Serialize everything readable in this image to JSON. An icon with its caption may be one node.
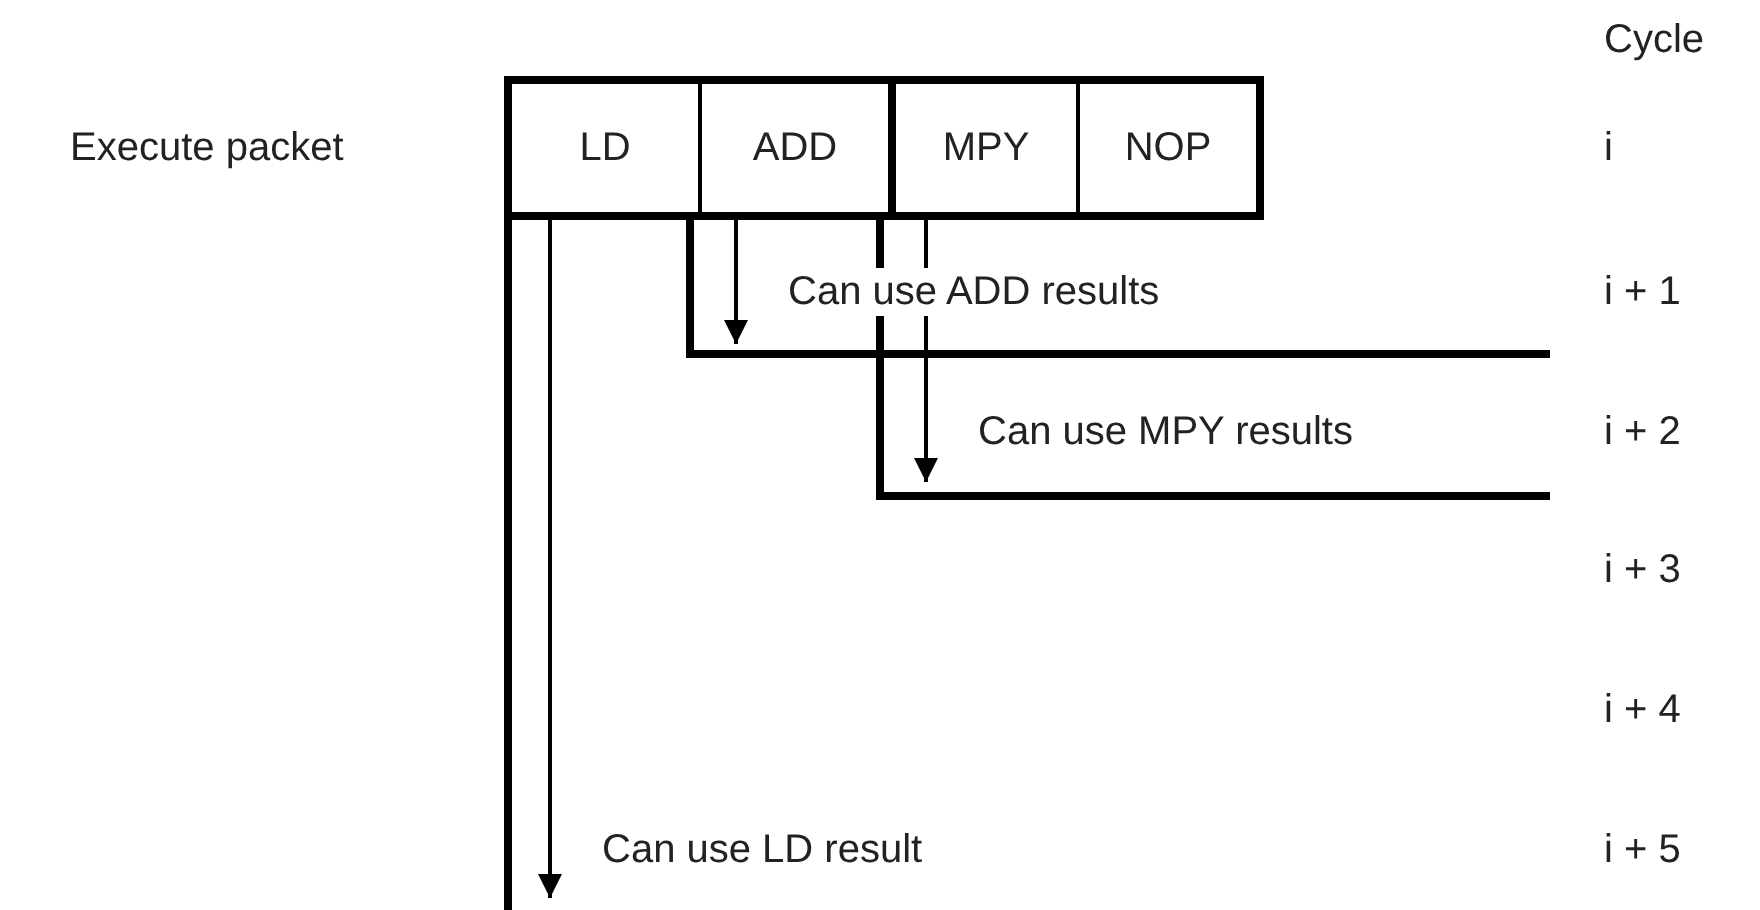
{
  "diagram": {
    "nodes": [
      {
        "text": [
          "Execute packet"
        ]
      },
      {
        "text": [
          "LD"
        ],
        "in": 0
      },
      {
        "text": [
          "ADD"
        ],
        "in": 0
      },
      {
        "text": [
          "MPY"
        ],
        "in": 0
      },
      {
        "text": [
          "NOP"
        ],
        "in": 0
      }
    ],
    "edges": [
      {
        "from": 2,
        "to": null,
        "arrow": "to",
        "label": "Can use ADD results"
      },
      {
        "from": 3,
        "to": null,
        "arrow": "to",
        "label": "Can use MPY results"
      },
      {
        "from": 1,
        "to": null,
        "arrow": "to",
        "label": "Can use LD result"
      }
    ],
    "labels": [
      "Cycle",
      "i",
      "i + 1",
      "i + 2",
      "i + 3",
      "i + 4",
      "i + 5"
    ]
  }
}
